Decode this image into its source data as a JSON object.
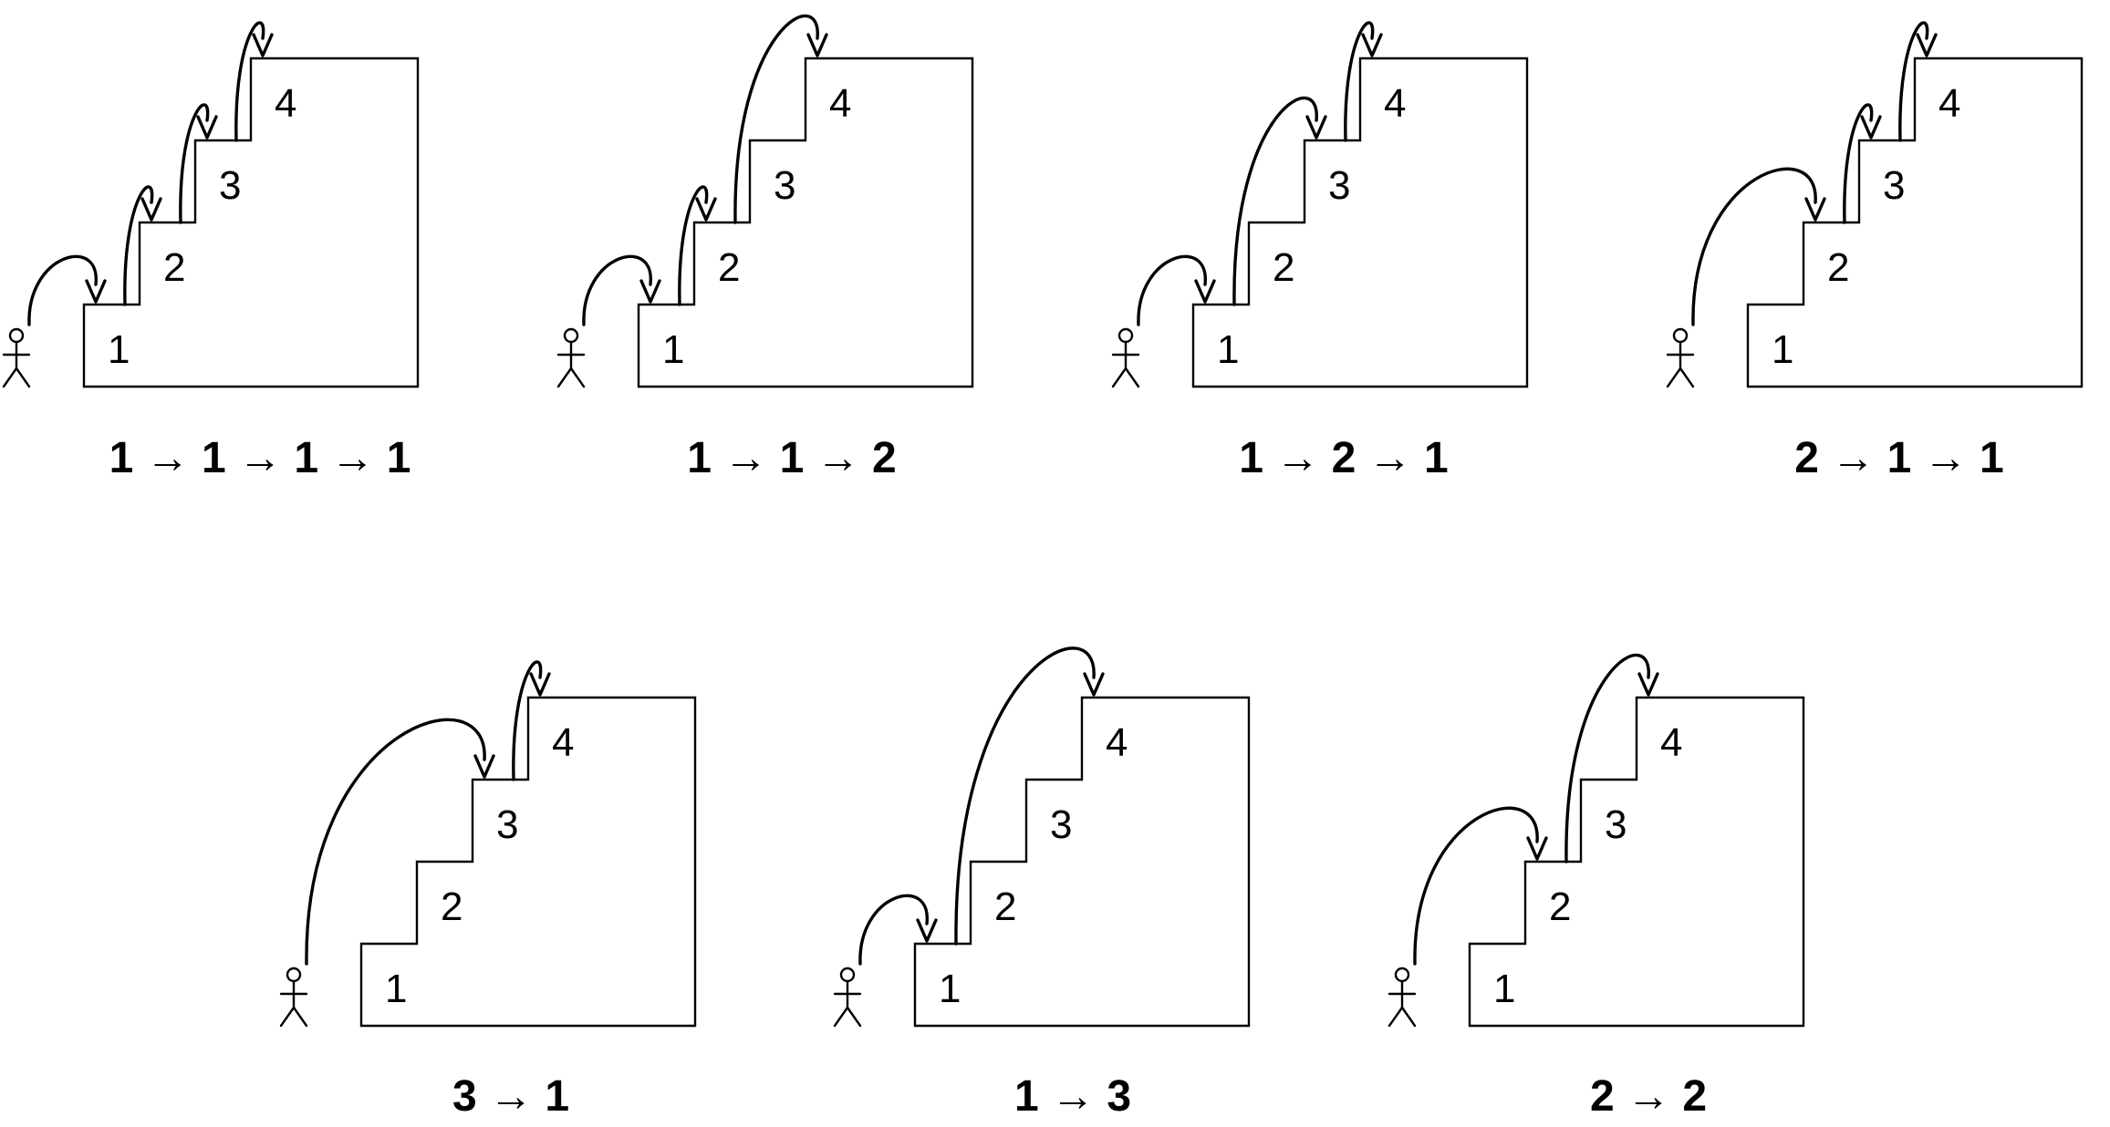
{
  "diagram": {
    "step_labels": [
      "1",
      "2",
      "3",
      "4"
    ],
    "arrow_symbol": "→",
    "ways": [
      {
        "jumps": [
          1,
          1,
          1,
          1
        ],
        "caption": "1 → 1 → 1 → 1"
      },
      {
        "jumps": [
          1,
          1,
          2
        ],
        "caption": "1 → 1 → 2"
      },
      {
        "jumps": [
          1,
          2,
          1
        ],
        "caption": "1 → 2 → 1"
      },
      {
        "jumps": [
          2,
          1,
          1
        ],
        "caption": "2 → 1 → 1"
      },
      {
        "jumps": [
          3,
          1
        ],
        "caption": "3 → 1"
      },
      {
        "jumps": [
          1,
          3
        ],
        "caption": "1 → 3"
      },
      {
        "jumps": [
          2,
          2
        ],
        "caption": "2 → 2"
      }
    ]
  }
}
